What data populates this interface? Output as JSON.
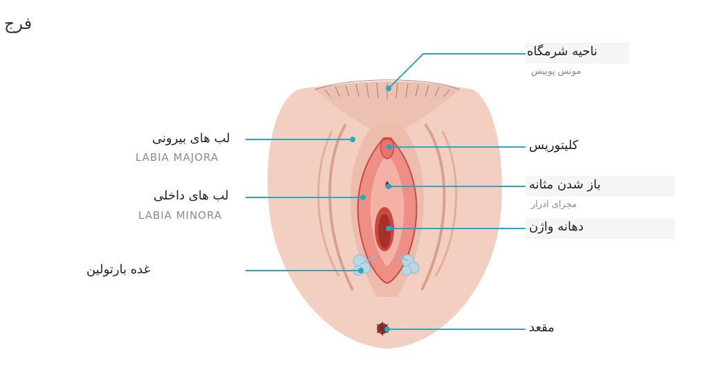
{
  "title": "فرج",
  "labels": {
    "mons": "ناحیه شرمگاه",
    "mons_sub": "مونس پوبیس",
    "majora": "لب های بیرونی",
    "majora_en": "LABIA MAJORA",
    "minora": "لب های داخلی",
    "minora_en": "LABIA MINORA",
    "bartholin": "غده بارتولین",
    "clitoris": "کلیتوریس",
    "urethra": "باز شدن مثانه",
    "urethra_sub": "مجرای ادرار",
    "vagina": "دهانه واژن",
    "anus": "مقعد"
  },
  "colors": {
    "skin": "#f3cfc1",
    "skin_dark": "#e9b7a6",
    "inner": "#e7756b",
    "inner_dark": "#c9483f",
    "line": "#2aa7c0",
    "hair": "#8b5a4a",
    "gland": "#b9d7e3"
  }
}
